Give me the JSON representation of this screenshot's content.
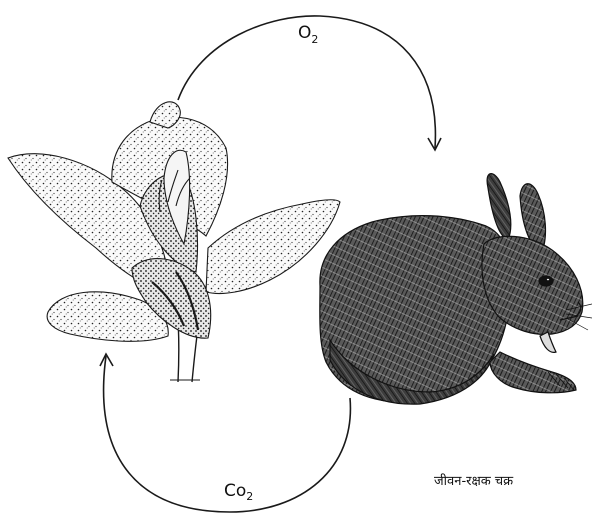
{
  "diagram": {
    "top_label": {
      "main": "O",
      "sub": "2"
    },
    "bottom_label": {
      "main": "Co",
      "sub": "2"
    },
    "caption": "जीवन-रक्षक चक्र"
  },
  "colors": {
    "ink": "#1a1a1a",
    "paper": "#ffffff",
    "rabbit_fill": "#4a4a4a",
    "plant_fill": "#f2f2f2"
  },
  "icons": {
    "plant": "plant-illustration",
    "rabbit": "rabbit-illustration",
    "arrow_top": "curved-arrow-plant-to-rabbit",
    "arrow_bottom": "curved-arrow-rabbit-to-plant"
  }
}
